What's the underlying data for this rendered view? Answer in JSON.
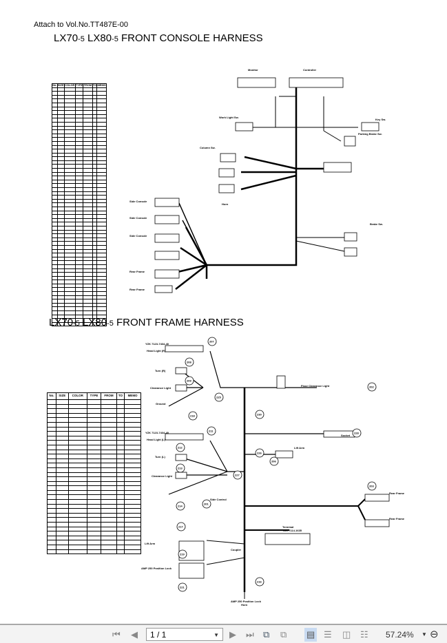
{
  "document": {
    "attach_note": "Attach to Vol.No.TT487E-00",
    "title1": {
      "model_a": "LX70",
      "suffix_a": "-5",
      "model_b": "LX80",
      "suffix_b": "-5",
      "text": "FRONT CONSOLE HARNESS"
    },
    "title2": {
      "model_a": "LX70",
      "suffix_a": "-5",
      "model_b": "LX80",
      "suffix_b": "-5",
      "text": "FRONT FRAME HARNESS"
    },
    "wire_table_headers": [
      "No.",
      "SIZE",
      "COLOR",
      "TYPE",
      "FROM",
      "TO",
      "MEMO"
    ],
    "console_labels": {
      "monitor": "Monitor",
      "controller": "Controller",
      "key_sw": "Key Sw.",
      "parking_brake_sw": "Parking Brake Sw.",
      "work_light_sw": "Work Light Sw.",
      "column_sw": "Column Sw.",
      "horn": "Horn",
      "side_console": "Side Console",
      "brake_sw": "Brake Sw.",
      "rear_frame": "Rear Frame",
      "front_frame": "Rear Frame"
    },
    "frame_labels": {
      "head_light_r_part": "YZK 7123-7434-40",
      "head_light_r": "Head Light (R)",
      "turn_r": "Turn (R)",
      "clearance_light_r": "Clearance Light",
      "ground": "Ground",
      "floor_clearance_light": "Floor Clearance Light",
      "head_light_l_part": "YZK 7123-7434-40",
      "head_light_l": "Head Light (L)",
      "turn_l": "Turn (L)",
      "clearance_light_l": "Clearance Light",
      "socket": "Socket",
      "lift_arm": "Lift Arm",
      "rear_frame": "Rear Frame",
      "side_control": "Side Control",
      "terminal": "Terminal",
      "terminal_part": "YZK 7114-1635",
      "coupler": "Coupler",
      "horn": "Horn",
      "position_lock": "AMP 250 Position Lock"
    },
    "circle_refs": [
      "207",
      "208",
      "209",
      "218",
      "225",
      "230",
      "202",
      "211",
      "212",
      "213",
      "214",
      "226",
      "227",
      "206",
      "203",
      "201",
      "217",
      "219",
      "221",
      "216",
      "228"
    ]
  },
  "viewer_toolbar": {
    "page_indicator": "1 / 1",
    "zoom_level": "57.24%",
    "icons": [
      "first-page-icon",
      "prev-page-icon",
      "next-page-icon",
      "last-page-icon",
      "previous-view-icon",
      "next-view-icon",
      "single-page-icon",
      "continuous-icon",
      "two-page-icon",
      "two-page-continuous-icon",
      "zoom-out-icon"
    ]
  }
}
